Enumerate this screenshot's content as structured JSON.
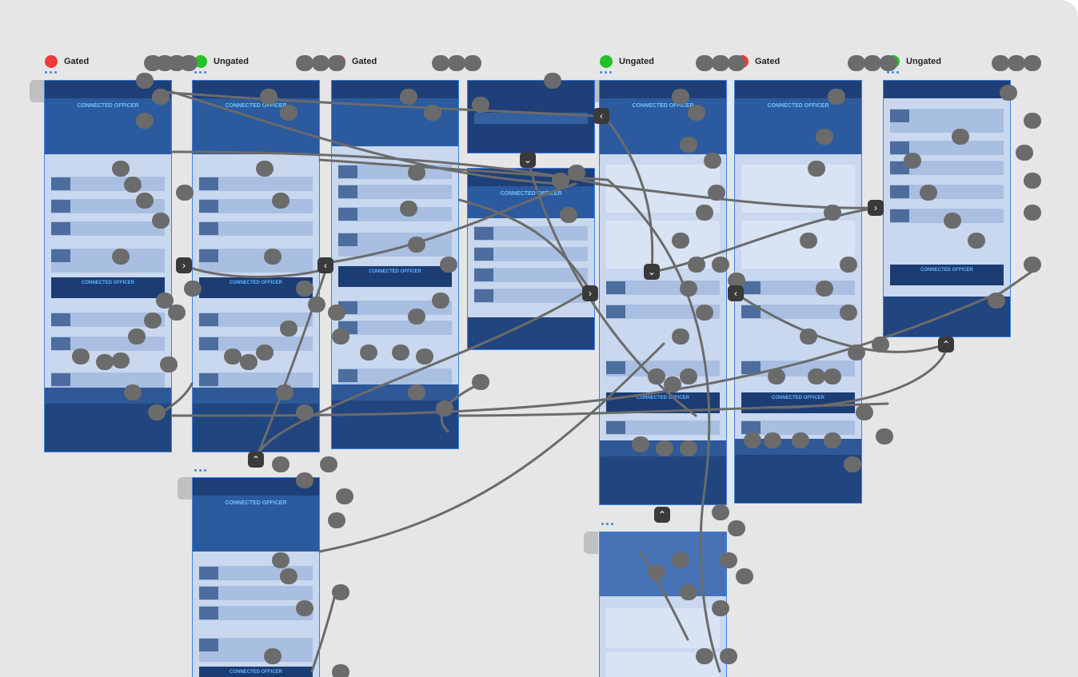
{
  "legend": [
    {
      "label": "Gated",
      "color": "#ef3b3b"
    },
    {
      "label": "Ungated",
      "color": "#24c12a"
    },
    {
      "label": "Gated",
      "color": "#ef3b3b"
    },
    {
      "label": "Ungated",
      "color": "#24c12a"
    },
    {
      "label": "Gated",
      "color": "#ef3b3b"
    },
    {
      "label": "Ungated",
      "color": "#24c12a"
    }
  ],
  "frames": [
    {
      "hero": "CONNECTED OFFICER",
      "banner": "CONNECTED OFFICER"
    },
    {
      "hero": "CONNECTED OFFICER",
      "banner": "CONNECTED OFFICER"
    },
    {
      "hero": "",
      "banner": "CONNECTED OFFICER"
    },
    {
      "hero": "CONNECTED OFFICER",
      "banner": ""
    },
    {
      "hero": "CONNECTED OFFICER",
      "banner": "CONNECTED OFFICER"
    },
    {
      "hero": "CONNECTED OFFICER",
      "banner": "CONNECTED OFFICER"
    },
    {
      "hero": "",
      "banner": "CONNECTED OFFICER"
    },
    {
      "hero": "CONNECTED OFFICER",
      "banner": "CONNECTED OFFICER"
    },
    {
      "hero": "",
      "banner": ""
    }
  ],
  "nav": {
    "left": "‹",
    "right": "›",
    "up": "⌃",
    "down": "⌄"
  },
  "colors": {
    "wire": "#6b6b6b",
    "frame_border": "#3f80e0",
    "canvas": "#e6e6e6"
  }
}
